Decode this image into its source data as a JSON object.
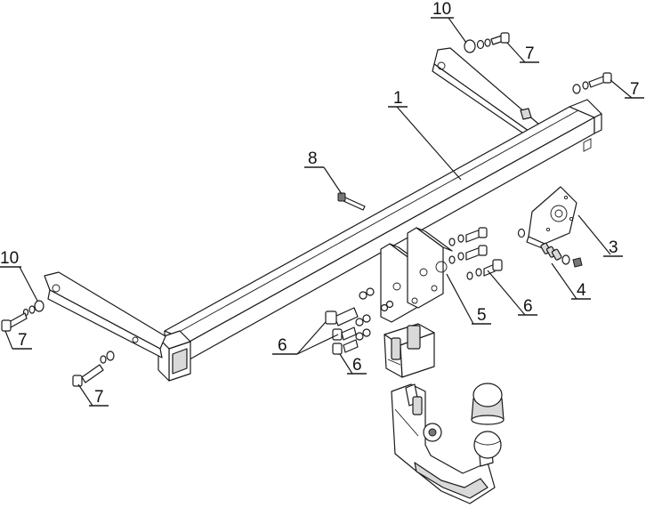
{
  "callouts": {
    "c1": "1",
    "c3": "3",
    "c4": "4",
    "c5": "5",
    "c6a": "6",
    "c6b": "6",
    "c6c": "6",
    "c7a": "7",
    "c7b": "7",
    "c7c": "7",
    "c7d": "7",
    "c8": "8",
    "c10a": "10",
    "c10b": "10"
  }
}
